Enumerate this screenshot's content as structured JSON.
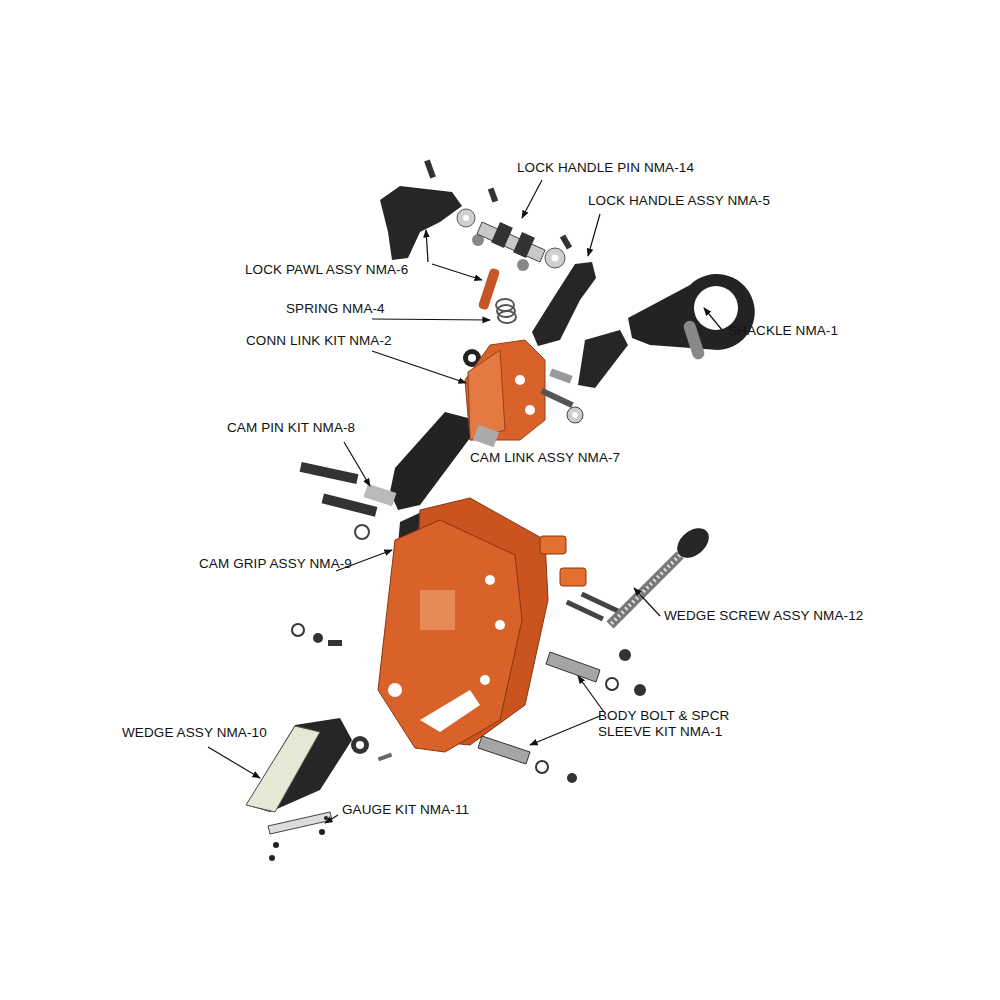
{
  "diagram": {
    "labels": [
      "LOCK HANDLE PIN NMA-14",
      "LOCK HANDLE ASSY NMA-5",
      "LOCK PAWL ASSY NMA-6",
      "SPRING NMA-4",
      "SHACKLE NMA-1",
      "CONN LINK KIT NMA-2",
      "CAM PIN KIT NMA-8",
      "CAM LINK ASSY NMA-7",
      "CAM GRIP ASSY NMA-9",
      "WEDGE SCREW ASSY NMA-12",
      "BODY BOLT & SPCR SLEEVE KIT NMA-1",
      "WEDGE ASSY NMA-10",
      "GAUGE KIT NMA-11"
    ]
  }
}
